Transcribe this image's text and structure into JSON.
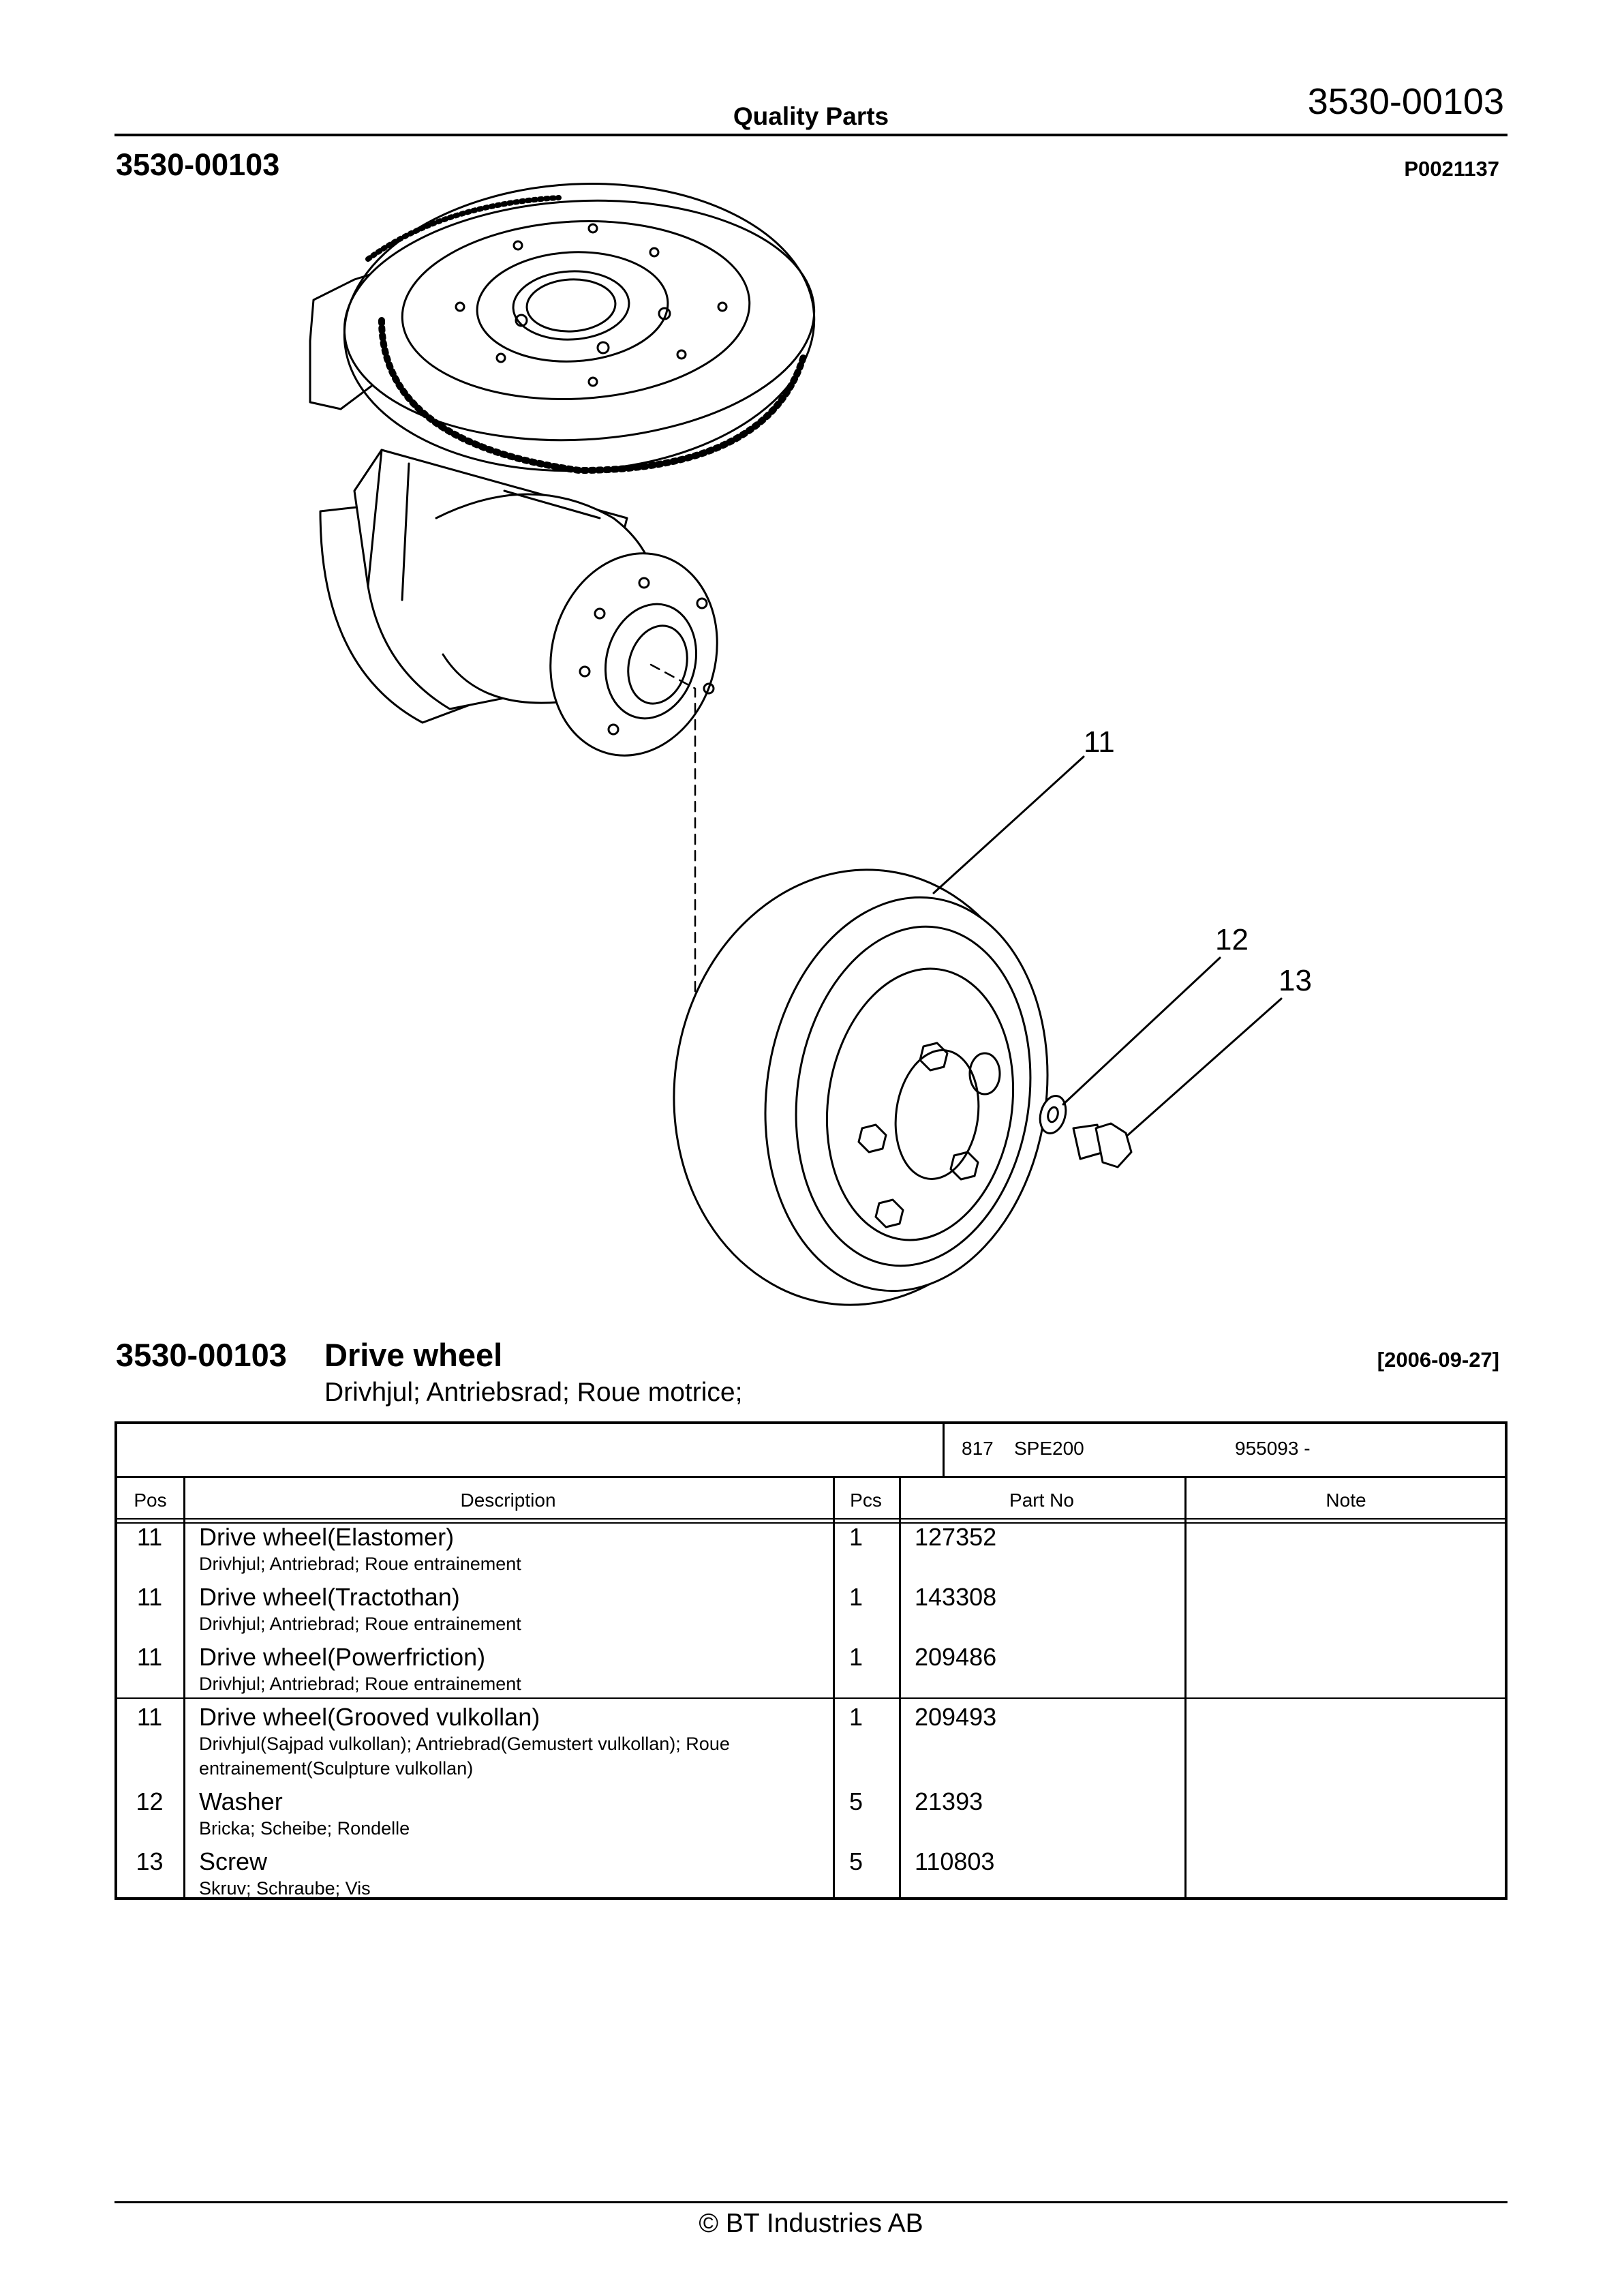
{
  "header": {
    "title": "Quality Parts",
    "doc_number": "3530-00103"
  },
  "section": {
    "number": "3530-00103",
    "image_ref": "P0021137"
  },
  "drawing": {
    "callouts": [
      "11",
      "12",
      "13"
    ]
  },
  "part_title": {
    "number": "3530-00103",
    "name": "Drive wheel",
    "date": "[2006-09-27]",
    "translations": "Drivhjul; Antriebsrad; Roue motrice;"
  },
  "table": {
    "info": {
      "code": "817",
      "model": "SPE200",
      "serial": "955093 -"
    },
    "headers": {
      "pos": "Pos",
      "description": "Description",
      "pcs": "Pcs",
      "part_no": "Part No",
      "note": "Note"
    },
    "rows": [
      {
        "pos": "11",
        "description": "Drive wheel(Elastomer)",
        "translation": "Drivhjul; Antriebrad; Roue entrainement",
        "pcs": "1",
        "part_no": "127352",
        "note": ""
      },
      {
        "pos": "11",
        "description": "Drive wheel(Tractothan)",
        "translation": "Drivhjul; Antriebrad; Roue entrainement",
        "pcs": "1",
        "part_no": "143308",
        "note": ""
      },
      {
        "pos": "11",
        "description": "Drive wheel(Powerfriction)",
        "translation": "Drivhjul; Antriebrad; Roue entrainement",
        "pcs": "1",
        "part_no": "209486",
        "note": ""
      },
      {
        "pos": "11",
        "description": "Drive wheel(Grooved vulkollan)",
        "translation": "Drivhjul(Sajpad vulkollan); Antriebrad(Gemustert vulkollan); Roue entrainement(Sculpture vulkollan)",
        "pcs": "1",
        "part_no": "209493",
        "note": ""
      },
      {
        "pos": "12",
        "description": "Washer",
        "translation": "Bricka; Scheibe; Rondelle",
        "pcs": "5",
        "part_no": "21393",
        "note": ""
      },
      {
        "pos": "13",
        "description": "Screw",
        "translation": "Skruv; Schraube; Vis",
        "pcs": "5",
        "part_no": "110803",
        "note": ""
      }
    ]
  },
  "footer": {
    "copyright": "© BT Industries AB"
  }
}
